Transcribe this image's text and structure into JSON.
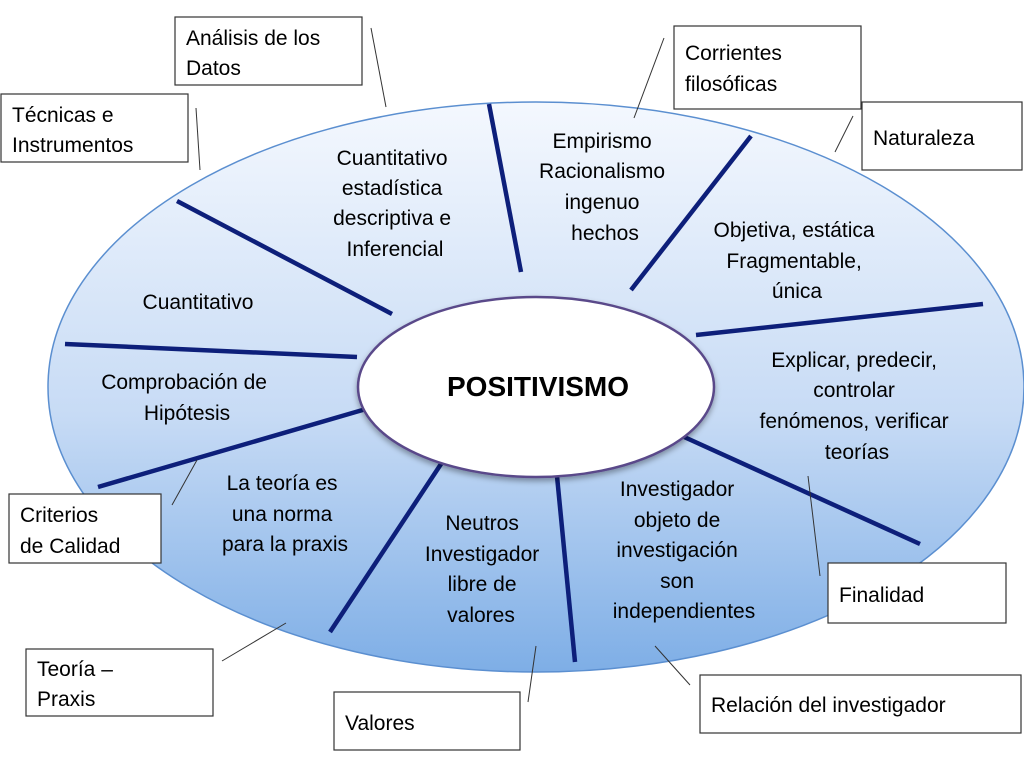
{
  "center": {
    "title": "POSITIVISMO"
  },
  "segments": [
    {
      "key": "tecnicas",
      "lines": [
        "Cuantitativo",
        "estadística",
        "descriptiva e",
        "Inferencial"
      ]
    },
    {
      "key": "corrientes",
      "lines": [
        "Empirismo",
        "Racionalismo",
        "ingenuo",
        "hechos"
      ]
    },
    {
      "key": "naturaleza",
      "lines": [
        "Objetiva, estática",
        "Fragmentable,",
        "única"
      ]
    },
    {
      "key": "finalidad",
      "lines": [
        "Explicar, predecir,",
        "controlar",
        "fenómenos, verificar",
        "teorías"
      ]
    },
    {
      "key": "relacion",
      "lines": [
        "Investigador",
        "objeto de",
        "investigación",
        "son",
        "independientes"
      ]
    },
    {
      "key": "valores",
      "lines": [
        "Neutros",
        "Investigador",
        "libre de",
        "valores"
      ]
    },
    {
      "key": "teoria",
      "lines": [
        "La teoría es",
        "una norma",
        "para la praxis"
      ]
    },
    {
      "key": "criterios",
      "lines": [
        "Comprobación de",
        "Hipótesis"
      ]
    },
    {
      "key": "analisis",
      "lines": [
        "Cuantitativo"
      ]
    }
  ],
  "labels": [
    {
      "key": "analisis-datos",
      "lines": [
        "Análisis de los",
        "Datos"
      ]
    },
    {
      "key": "corrientes-filosoficas",
      "lines": [
        "Corrientes",
        "filosóficas"
      ]
    },
    {
      "key": "tecnicas-instrumentos",
      "lines": [
        "Técnicas e",
        "Instrumentos"
      ]
    },
    {
      "key": "naturaleza",
      "lines": [
        "Naturaleza"
      ]
    },
    {
      "key": "criterios-calidad",
      "lines": [
        "Criterios",
        "de Calidad"
      ]
    },
    {
      "key": "finalidad",
      "lines": [
        "Finalidad"
      ]
    },
    {
      "key": "teoria-praxis",
      "lines": [
        "Teoría –",
        "Praxis"
      ]
    },
    {
      "key": "valores",
      "lines": [
        "Valores"
      ]
    },
    {
      "key": "relacion-investigador",
      "lines": [
        "Relación del  investigador"
      ]
    }
  ],
  "colors": {
    "ellipse_top": "#f4f8fe",
    "ellipse_bottom": "#7eaee6",
    "ellipse_stroke": "#5b8fd0",
    "spoke": "#0d1f7a",
    "center_stroke": "#5a4a8a"
  }
}
